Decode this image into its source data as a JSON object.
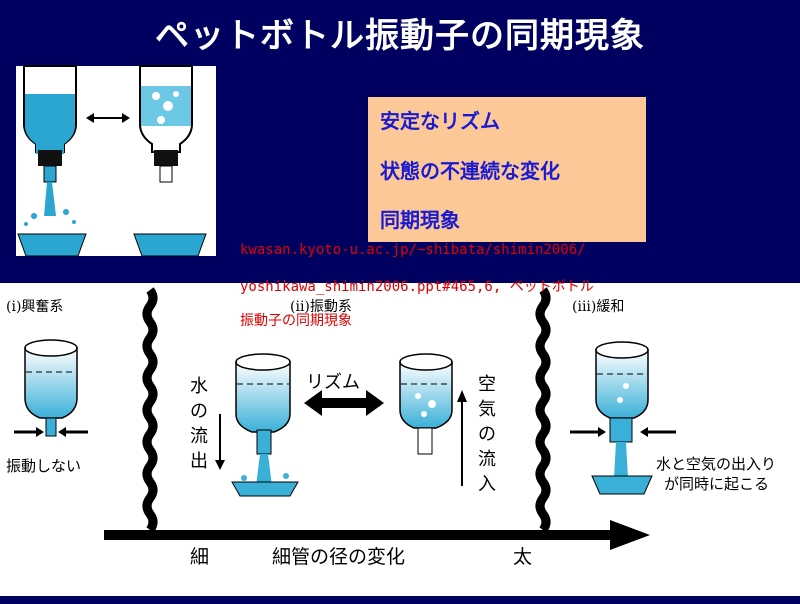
{
  "title": "ペットボトル振動子の同期現象",
  "keypoints": [
    "安定なリズム",
    "状態の不連続な変化",
    "同期現象"
  ],
  "source": {
    "line1": "kwasan.kyoto-u.ac.jp/~shibata/shimin2006/",
    "line2": "yoshikawa_shimin2006.ppt#465,6, ペットボトル",
    "line3": "振動子の同期現象"
  },
  "diagram": {
    "excitable": "(i)興奮系",
    "oscillatory": "(ii)振動系",
    "relaxation": "(iii)緩和",
    "no_oscillation": "振動しない",
    "water_outflow": "水の流出",
    "rhythm": "リズム",
    "air_inflow": "空気の流入",
    "simultaneous_line1": "水と空気の出入り",
    "simultaneous_line2": "が同時に起こる",
    "thin": "細",
    "tube_change": "細管の径の変化",
    "thick": "太"
  },
  "colors": {
    "background": "#000060",
    "water": "#3ab0d8",
    "keybox": "#fcc898",
    "keytext": "#1a1ad0",
    "source": "#e00000"
  }
}
